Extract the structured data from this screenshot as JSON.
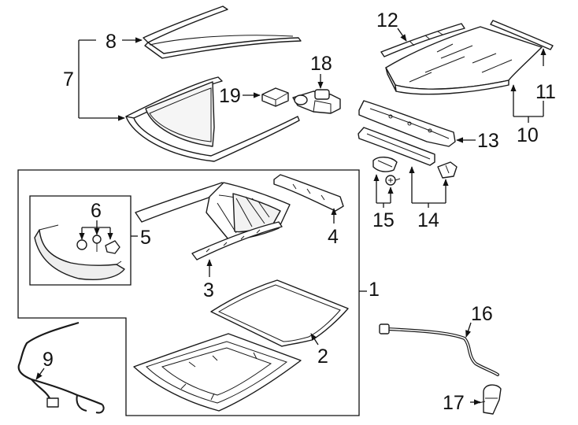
{
  "callouts": {
    "c1": "1",
    "c2": "2",
    "c3": "3",
    "c4": "4",
    "c5": "5",
    "c6": "6",
    "c7": "7",
    "c8": "8",
    "c9": "9",
    "c10": "10",
    "c11": "11",
    "c12": "12",
    "c13": "13",
    "c14": "14",
    "c15": "15",
    "c16": "16",
    "c17": "17",
    "c18": "18",
    "c19": "19"
  },
  "colors": {
    "line": "#111111",
    "fill": "#ffffff",
    "shade": "#d9d9d9"
  }
}
